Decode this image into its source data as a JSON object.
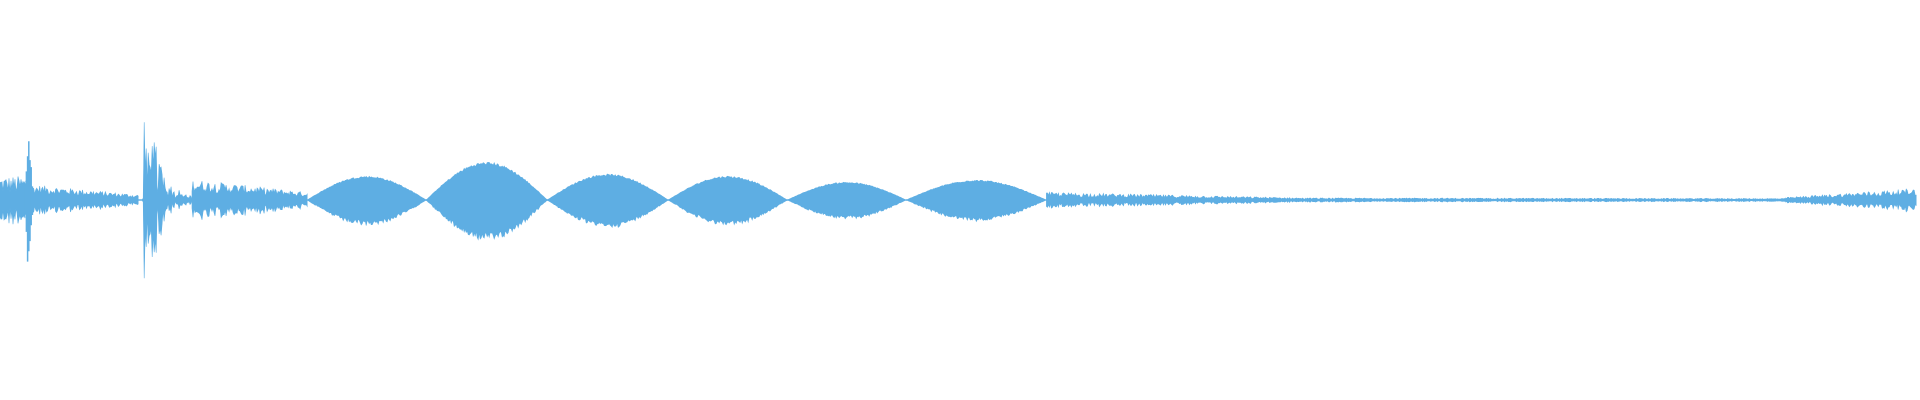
{
  "waveform": {
    "color": "#5eaee3",
    "background": "#ffffff",
    "segments": [
      {
        "name": "onset-noise",
        "kind": "noise",
        "start": 0.0,
        "end": 0.013,
        "amp": 0.1
      },
      {
        "name": "spike-1",
        "kind": "spike",
        "pos": 0.015,
        "amp_up": 0.38,
        "amp_down": 0.42
      },
      {
        "name": "noise-1",
        "kind": "noise-taper",
        "start": 0.016,
        "end": 0.072,
        "amp": 0.06,
        "amp_end": 0.02
      },
      {
        "name": "burst-2",
        "kind": "burst",
        "start": 0.072,
        "end": 0.1,
        "amp": 0.65,
        "peak": 0.075
      },
      {
        "name": "noise-2",
        "kind": "noise-taper",
        "start": 0.1,
        "end": 0.16,
        "amp": 0.08,
        "amp_end": 0.03
      },
      {
        "name": "lobe-1",
        "kind": "lobe",
        "start": 0.16,
        "end": 0.222,
        "amp": 0.12
      },
      {
        "name": "lobe-2",
        "kind": "lobe",
        "start": 0.222,
        "end": 0.285,
        "amp": 0.19
      },
      {
        "name": "lobe-3",
        "kind": "lobe",
        "start": 0.285,
        "end": 0.348,
        "amp": 0.13
      },
      {
        "name": "lobe-4",
        "kind": "lobe",
        "start": 0.348,
        "end": 0.41,
        "amp": 0.12
      },
      {
        "name": "lobe-5",
        "kind": "lobe",
        "start": 0.41,
        "end": 0.472,
        "amp": 0.09
      },
      {
        "name": "lobe-6",
        "kind": "lobe",
        "start": 0.472,
        "end": 0.545,
        "amp": 0.1
      },
      {
        "name": "tail-1",
        "kind": "noise-taper",
        "start": 0.545,
        "end": 0.68,
        "amp": 0.03,
        "amp_end": 0.008
      },
      {
        "name": "tail-2",
        "kind": "noise-taper",
        "start": 0.68,
        "end": 0.93,
        "amp": 0.008,
        "amp_end": 0.006
      },
      {
        "name": "end-swell",
        "kind": "noise-taper",
        "start": 0.93,
        "end": 0.998,
        "amp": 0.01,
        "amp_end": 0.045
      }
    ]
  }
}
